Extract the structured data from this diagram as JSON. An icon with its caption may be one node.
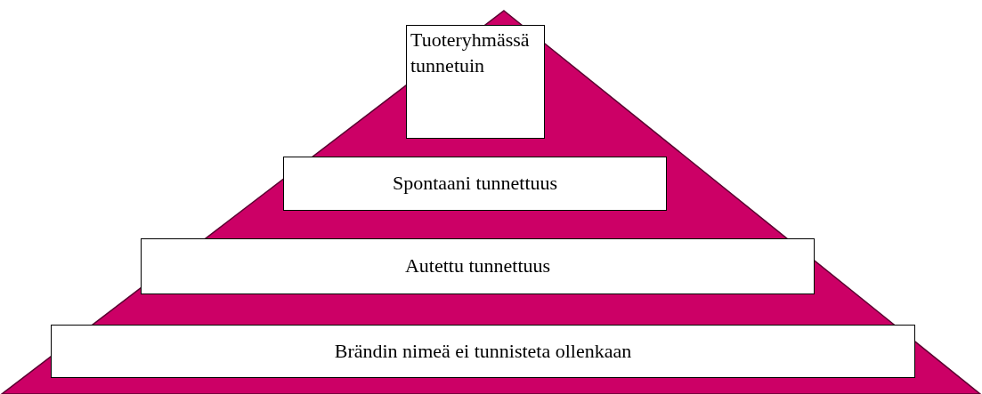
{
  "diagram": {
    "nodes": [
      {
        "text": [
          "Tuoteryhmässä tunnetuin"
        ]
      },
      {
        "text": [
          "Spontaani tunnettuus"
        ]
      },
      {
        "text": [
          "Autettu tunnettuus"
        ]
      },
      {
        "text": [
          "Brändin nimeä ei tunnisteta ollenkaan"
        ]
      }
    ]
  }
}
